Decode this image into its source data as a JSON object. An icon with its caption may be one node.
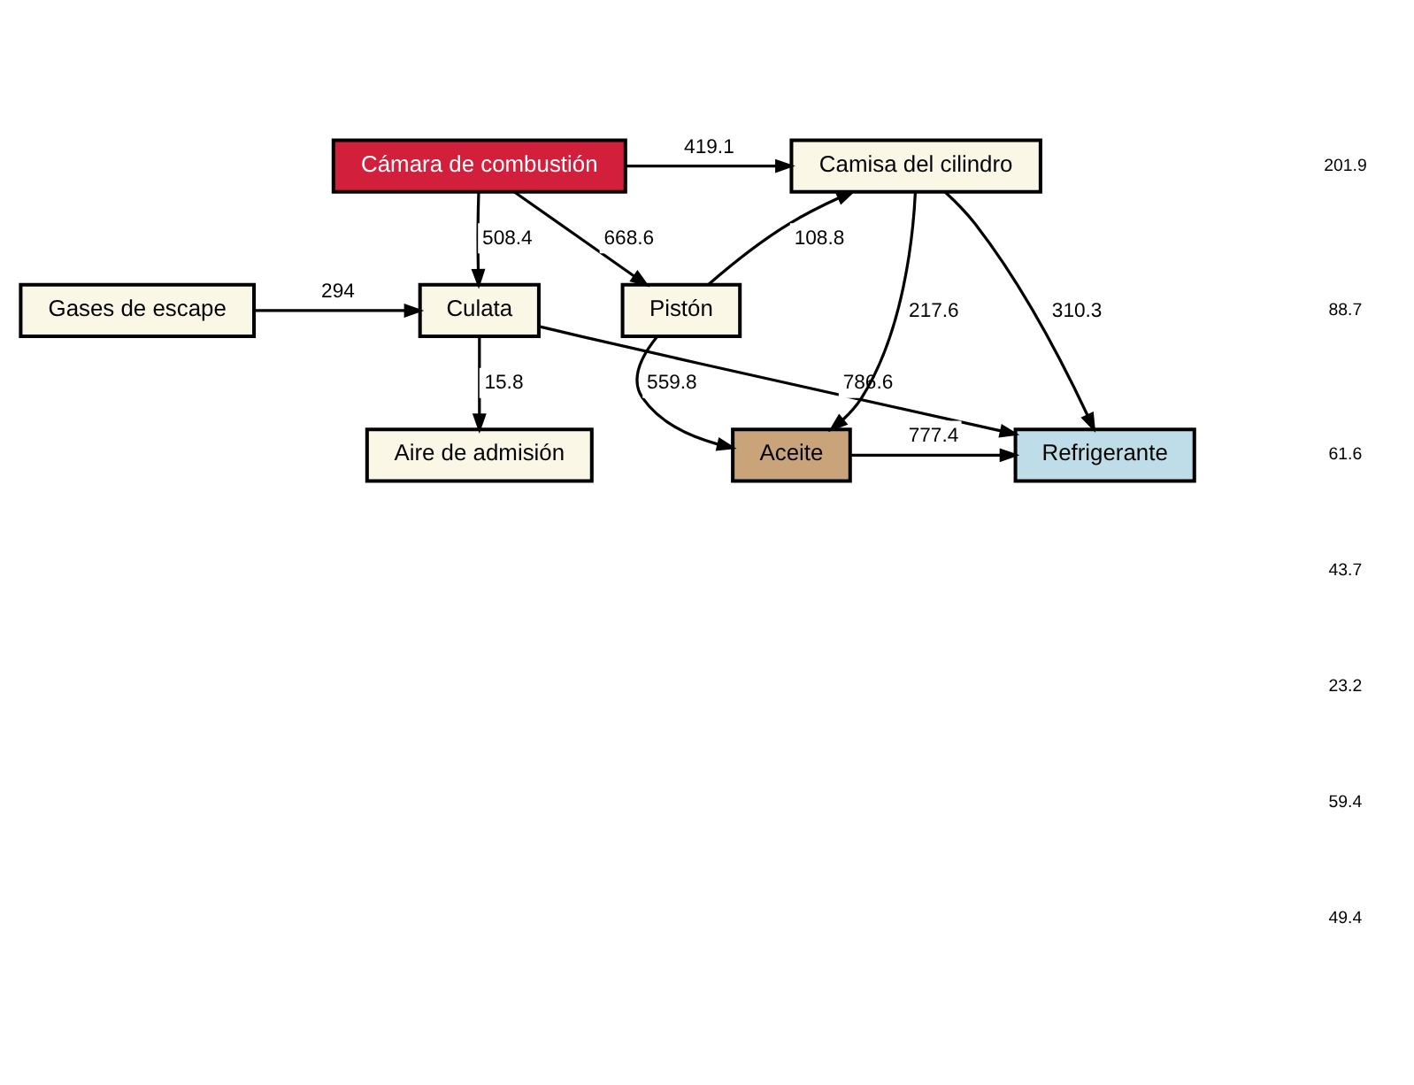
{
  "diagram": {
    "nodes": [
      {
        "text": [
          "Aire de admisión"
        ]
      },
      {
        "text": [
          "Gases de escape"
        ]
      },
      {
        "text": [
          "Culata"
        ]
      },
      {
        "text": [
          "Camisa del cilindro"
        ]
      },
      {
        "text": [
          "Cámara de combustión"
        ]
      },
      {
        "text": [
          "Pistón"
        ]
      },
      {
        "text": [
          "Aceite"
        ]
      },
      {
        "text": [
          "Refrigerante"
        ]
      }
    ],
    "edges": [
      {
        "from": 1,
        "to": 2,
        "arrow": "to",
        "label": "294"
      },
      {
        "from": 2,
        "to": 0,
        "arrow": "to",
        "label": "15.8"
      },
      {
        "from": 4,
        "to": 2,
        "arrow": "to",
        "label": "508.4"
      },
      {
        "from": 2,
        "to": 7,
        "arrow": "to",
        "label": "786.6"
      },
      {
        "from": 4,
        "to": 3,
        "arrow": "to",
        "label": "419.1"
      },
      {
        "from": 4,
        "to": 5,
        "arrow": "to",
        "label": "668.6"
      },
      {
        "from": 5,
        "to": 3,
        "arrow": "to",
        "label": "108.8"
      },
      {
        "from": 5,
        "to": 6,
        "arrow": "to",
        "label": "559.8"
      },
      {
        "from": 3,
        "to": 6,
        "arrow": "to",
        "label": "217.6"
      },
      {
        "from": 6,
        "to": 7,
        "arrow": "to",
        "label": "777.4"
      },
      {
        "from": 3,
        "to": 7,
        "arrow": "to",
        "label": "310.3"
      }
    ],
    "labels": [
      "201.9",
      "88.7",
      "61.6",
      "43.7",
      "23.2",
      "59.4",
      "49.4"
    ]
  }
}
